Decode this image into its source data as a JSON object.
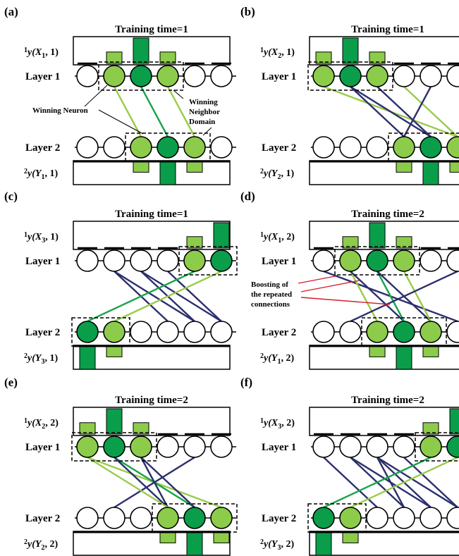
{
  "colors": {
    "winner": "#0a9e4a",
    "neighbor": "#8ccc4a",
    "neuron_empty": "#ffffff",
    "line_green": "#1aa34a",
    "line_light": "#9acb4a",
    "line_navy": "#2c2f6e",
    "arrow_red": "#d0202a",
    "outline": "#000000"
  },
  "panels": [
    {
      "id": "a",
      "label": "(a)",
      "title": "Training time=1",
      "top_bar_label": {
        "pre": "1",
        "mid": "y(X",
        "sub": "1",
        "post": ", 1)"
      },
      "layer1_label": "Layer 1",
      "layer2_label": "Layer 2",
      "bottom_bar_label": {
        "pre": "2",
        "mid": "y(Y",
        "sub": "1",
        "post": ", 1)"
      },
      "layer1_neurons": [
        "e",
        "n",
        "w",
        "n",
        "e",
        "e"
      ],
      "layer2_neurons": [
        "e",
        "e",
        "n",
        "w",
        "n",
        "e"
      ],
      "top_bars": [
        0,
        0.45,
        1,
        0.45,
        0,
        0
      ],
      "bottom_bars": [
        0,
        0,
        0.45,
        1,
        0.45,
        0
      ],
      "layer1_box": [
        1,
        3
      ],
      "layer2_box": [
        2,
        4
      ],
      "connections": [
        {
          "from": 1,
          "to": 2,
          "color": "light"
        },
        {
          "from": 2,
          "to": 3,
          "color": "green"
        },
        {
          "from": 3,
          "to": 4,
          "color": "light"
        }
      ],
      "annotations": [
        {
          "text": "Winning Neuron"
        },
        {
          "text": "Winning"
        },
        {
          "text": "Neighbor"
        },
        {
          "text": "Domain"
        }
      ]
    },
    {
      "id": "b",
      "label": "(b)",
      "title": "Training time=1",
      "top_bar_label": {
        "pre": "1",
        "mid": "y(X",
        "sub": "2",
        "post": ", 1)"
      },
      "layer1_label": "Layer 1",
      "layer2_label": "Layer 2",
      "bottom_bar_label": {
        "pre": "2",
        "mid": "y(Y",
        "sub": "2",
        "post": ", 1)"
      },
      "layer1_neurons": [
        "n",
        "w",
        "n",
        "e",
        "e",
        "e"
      ],
      "layer2_neurons": [
        "e",
        "e",
        "e",
        "n",
        "w",
        "n"
      ],
      "top_bars": [
        0.45,
        1,
        0.45,
        0,
        0,
        0
      ],
      "bottom_bars": [
        0,
        0,
        0,
        0.45,
        1,
        0.45
      ],
      "layer1_box": [
        0,
        2
      ],
      "layer2_box": [
        3,
        5
      ],
      "connections": [
        {
          "from": 0,
          "to": 5,
          "color": "light"
        },
        {
          "from": 1,
          "to": 3,
          "color": "navy"
        },
        {
          "from": 1,
          "to": 4,
          "color": "navy"
        },
        {
          "from": 2,
          "to": 4,
          "color": "navy"
        },
        {
          "from": 3,
          "to": 5,
          "color": "light"
        },
        {
          "from": 4,
          "to": 3,
          "color": "navy"
        }
      ],
      "annotations": []
    },
    {
      "id": "c",
      "label": "(c)",
      "title": "Training time=1",
      "top_bar_label": {
        "pre": "1",
        "mid": "y(X",
        "sub": "3",
        "post": ", 1)"
      },
      "layer1_label": "Layer 1",
      "layer2_label": "Layer 2",
      "bottom_bar_label": {
        "pre": "2",
        "mid": "y(Y",
        "sub": "3",
        "post": ", 1)"
      },
      "layer1_neurons": [
        "e",
        "e",
        "e",
        "e",
        "n",
        "w"
      ],
      "layer2_neurons": [
        "w",
        "n",
        "e",
        "e",
        "e",
        "e"
      ],
      "top_bars": [
        0,
        0,
        0,
        0,
        0.45,
        1
      ],
      "bottom_bars": [
        1,
        0.45,
        0,
        0,
        0,
        0
      ],
      "layer1_box": [
        4,
        5
      ],
      "layer2_box": [
        0,
        1
      ],
      "connections": [
        {
          "from": 1,
          "to": 3,
          "color": "navy"
        },
        {
          "from": 1,
          "to": 4,
          "color": "navy"
        },
        {
          "from": 2,
          "to": 4,
          "color": "navy"
        },
        {
          "from": 2,
          "to": 5,
          "color": "navy"
        },
        {
          "from": 3,
          "to": 5,
          "color": "navy"
        },
        {
          "from": 4,
          "to": 0,
          "color": "green"
        },
        {
          "from": 5,
          "to": 1,
          "color": "light"
        }
      ],
      "annotations": []
    },
    {
      "id": "d",
      "label": "(d)",
      "title": "Training time=2",
      "top_bar_label": {
        "pre": "1",
        "mid": "y(X",
        "sub": "1",
        "post": ", 2)"
      },
      "layer1_label": "Layer 1",
      "layer2_label": "Layer 2",
      "bottom_bar_label": {
        "pre": "2",
        "mid": "y(Y",
        "sub": "1",
        "post": ", 2)"
      },
      "layer1_neurons": [
        "e",
        "n",
        "w",
        "n",
        "e",
        "e"
      ],
      "layer2_neurons": [
        "e",
        "e",
        "n",
        "w",
        "n",
        "e"
      ],
      "top_bars": [
        0,
        0.45,
        1,
        0.45,
        0,
        0
      ],
      "bottom_bars": [
        0,
        0,
        0.45,
        1,
        0.45,
        0
      ],
      "layer1_box": [
        1,
        3
      ],
      "layer2_box": [
        2,
        4
      ],
      "connections": [
        {
          "from": 0,
          "to": 5,
          "color": "navy"
        },
        {
          "from": 1,
          "to": 2,
          "color": "light"
        },
        {
          "from": 1,
          "to": 3,
          "color": "navy"
        },
        {
          "from": 2,
          "to": 3,
          "color": "green"
        },
        {
          "from": 2,
          "to": 4,
          "color": "navy"
        },
        {
          "from": 3,
          "to": 4,
          "color": "light"
        },
        {
          "from": 5,
          "to": 1,
          "color": "navy"
        }
      ],
      "annotations": [
        {
          "text": "Boosting of"
        },
        {
          "text": "the repeated"
        },
        {
          "text": "connections"
        }
      ]
    },
    {
      "id": "e",
      "label": "(e)",
      "title": "Training time=2",
      "top_bar_label": {
        "pre": "1",
        "mid": "y(X",
        "sub": "2",
        "post": ", 2)"
      },
      "layer1_label": "Layer 1",
      "layer2_label": "Layer 2",
      "bottom_bar_label": {
        "pre": "2",
        "mid": "y(Y",
        "sub": "2",
        "post": ", 2)"
      },
      "layer1_neurons": [
        "n",
        "w",
        "n",
        "e",
        "e",
        "e"
      ],
      "layer2_neurons": [
        "e",
        "e",
        "e",
        "n",
        "w",
        "n"
      ],
      "top_bars": [
        0.45,
        1,
        0.45,
        0,
        0,
        0
      ],
      "bottom_bars": [
        0,
        0,
        0,
        0.45,
        1,
        0.45
      ],
      "layer1_box": [
        0,
        2
      ],
      "layer2_box": [
        3,
        5
      ],
      "connections": [
        {
          "from": 0,
          "to": 5,
          "color": "light"
        },
        {
          "from": 1,
          "to": 4,
          "color": "green"
        },
        {
          "from": 1,
          "to": 3,
          "color": "navy"
        },
        {
          "from": 2,
          "to": 4,
          "color": "navy"
        },
        {
          "from": 2,
          "to": 3,
          "color": "navy"
        },
        {
          "from": 4,
          "to": 1,
          "color": "navy"
        },
        {
          "from": 0,
          "to": 3,
          "color": "light"
        }
      ],
      "annotations": []
    },
    {
      "id": "f",
      "label": "(f)",
      "title": "Training time=2",
      "top_bar_label": {
        "pre": "1",
        "mid": "y(X",
        "sub": "3",
        "post": ", 2)"
      },
      "layer1_label": "Layer 1",
      "layer2_label": "Layer 2",
      "bottom_bar_label": {
        "pre": "2",
        "mid": "y(Y",
        "sub": "3",
        "post": ", 2)"
      },
      "layer1_neurons": [
        "e",
        "e",
        "e",
        "e",
        "n",
        "w"
      ],
      "layer2_neurons": [
        "w",
        "n",
        "e",
        "e",
        "e",
        "e"
      ],
      "top_bars": [
        0,
        0,
        0,
        0,
        0.45,
        1
      ],
      "bottom_bars": [
        1,
        0.45,
        0,
        0,
        0,
        0
      ],
      "layer1_box": [
        4,
        5
      ],
      "layer2_box": [
        0,
        1
      ],
      "connections": [
        {
          "from": 0,
          "to": 2,
          "color": "navy"
        },
        {
          "from": 1,
          "to": 3,
          "color": "navy"
        },
        {
          "from": 1,
          "to": 4,
          "color": "navy"
        },
        {
          "from": 2,
          "to": 3,
          "color": "navy"
        },
        {
          "from": 2,
          "to": 4,
          "color": "navy"
        },
        {
          "from": 2,
          "to": 5,
          "color": "navy"
        },
        {
          "from": 3,
          "to": 5,
          "color": "navy"
        },
        {
          "from": 4,
          "to": 0,
          "color": "green"
        },
        {
          "from": 5,
          "to": 1,
          "color": "light"
        }
      ],
      "annotations": []
    }
  ]
}
